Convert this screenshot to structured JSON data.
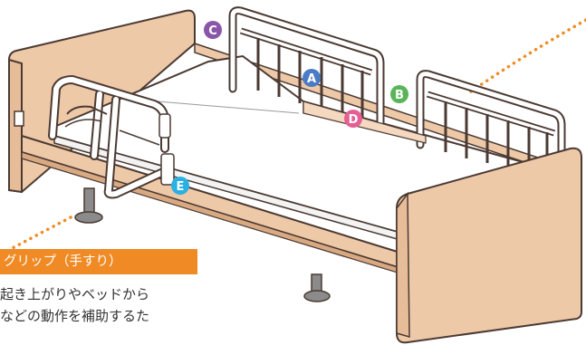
{
  "colors": {
    "bed_frame": "#eec9a8",
    "bed_frame_side": "#e6bd98",
    "outline": "#4b3a33",
    "mattress": "#ffffff",
    "rail_metal": "#ffffff",
    "leg": "#8b8b8b",
    "dotted_line": "#ef8a22",
    "callout_band": "#f08a24",
    "marker_a": "#4a7cc6",
    "marker_b": "#5ab55a",
    "marker_c": "#8a56a8",
    "marker_d": "#e65f94",
    "marker_e": "#29b1e3"
  },
  "markers": {
    "a": {
      "label": "A",
      "color_key": "marker_a"
    },
    "b": {
      "label": "B",
      "color_key": "marker_b"
    },
    "c": {
      "label": "C",
      "color_key": "marker_c"
    },
    "d": {
      "label": "D",
      "color_key": "marker_d"
    },
    "e": {
      "label": "E",
      "color_key": "marker_e"
    }
  },
  "callout": {
    "title": "グリップ（手すり）",
    "body_lines": [
      "起き上がりやベッドから",
      "などの動作を補助するた"
    ]
  }
}
